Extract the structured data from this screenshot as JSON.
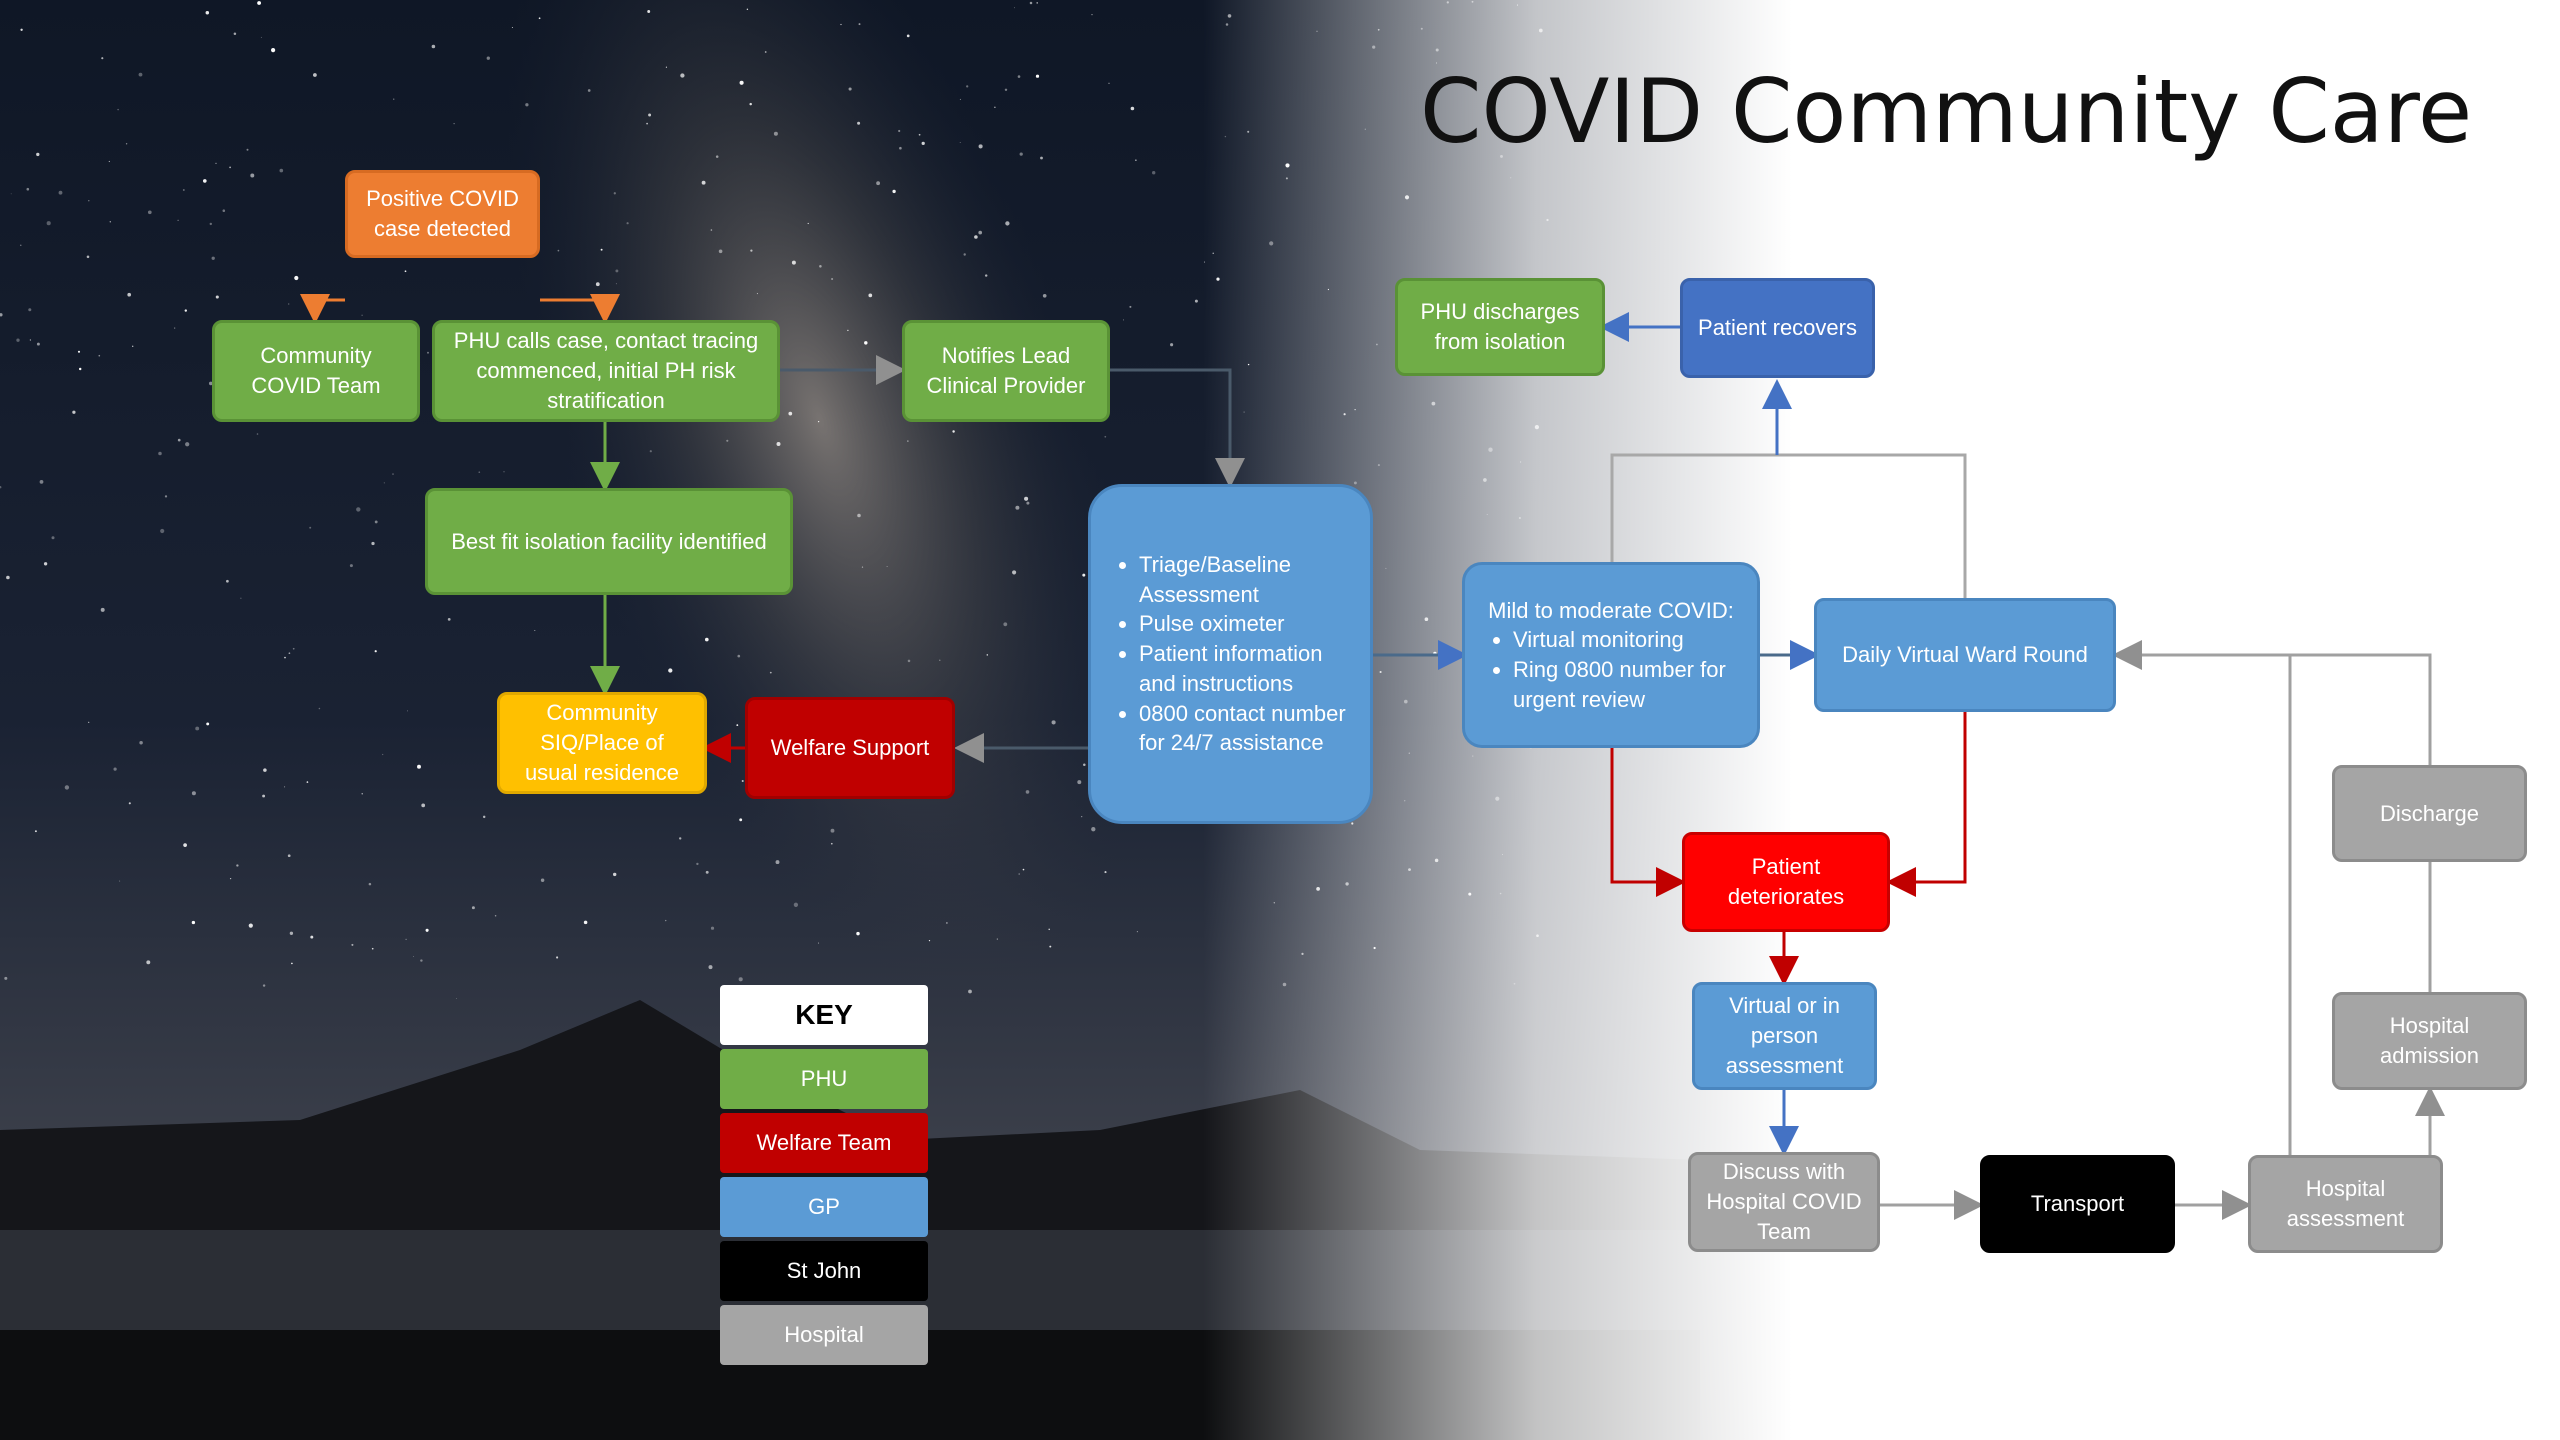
{
  "title": "COVID Community Care",
  "colors": {
    "phu": "#70ad47",
    "welfare": "#c00000",
    "gp": "#5b9bd5",
    "stjohn": "#000000",
    "hospital": "#a5a5a5",
    "alert": "#ff0000",
    "start": "#ed7d31",
    "residence": "#ffc000",
    "recovered": "#4472c4"
  },
  "nodes": {
    "positive": "Positive COVID case detected",
    "community_team": "Community COVID Team",
    "phu_calls": "PHU calls case, contact tracing commenced, initial PH risk stratification",
    "notifies": "Notifies Lead Clinical Provider",
    "isolation": "Best fit isolation facility identified",
    "siq": "Community SIQ/Place of usual residence",
    "welfare": "Welfare Support",
    "triage_items": [
      "Triage/Baseline Assessment",
      "Pulse oximeter",
      "Patient information and instructions",
      "0800 contact number for 24/7 assistance"
    ],
    "mild_title": "Mild to moderate COVID:",
    "mild_items": [
      "Virtual monitoring",
      "Ring 0800 number for urgent review"
    ],
    "daily_ward": "Daily Virtual Ward Round",
    "recovers": "Patient recovers",
    "phu_discharges": "PHU discharges from isolation",
    "deteriorates": "Patient deteriorates",
    "virtual_assess": "Virtual or in person assessment",
    "discuss": "Discuss with Hospital COVID Team",
    "transport": "Transport",
    "hosp_assess": "Hospital assessment",
    "hosp_admission": "Hospital admission",
    "discharge": "Discharge"
  },
  "key": {
    "header": "KEY",
    "items": [
      "PHU",
      "Welfare Team",
      "GP",
      "St John",
      "Hospital"
    ]
  }
}
